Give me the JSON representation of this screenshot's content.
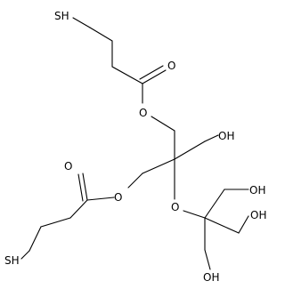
{
  "colors": {
    "bond": "#000000",
    "text": "#000000",
    "background": "#ffffff"
  },
  "labels": {
    "sh_top": "SH",
    "o_carbonyl_top": "O",
    "o_ester_top": "O",
    "oh_right": "OH",
    "o_ester_left": "O",
    "o_carbonyl_left": "O",
    "o_ether": "O",
    "oh_far_right": "OH",
    "oh_mid_right": "OH",
    "oh_bottom": "OH",
    "sh_bottom": "SH"
  }
}
